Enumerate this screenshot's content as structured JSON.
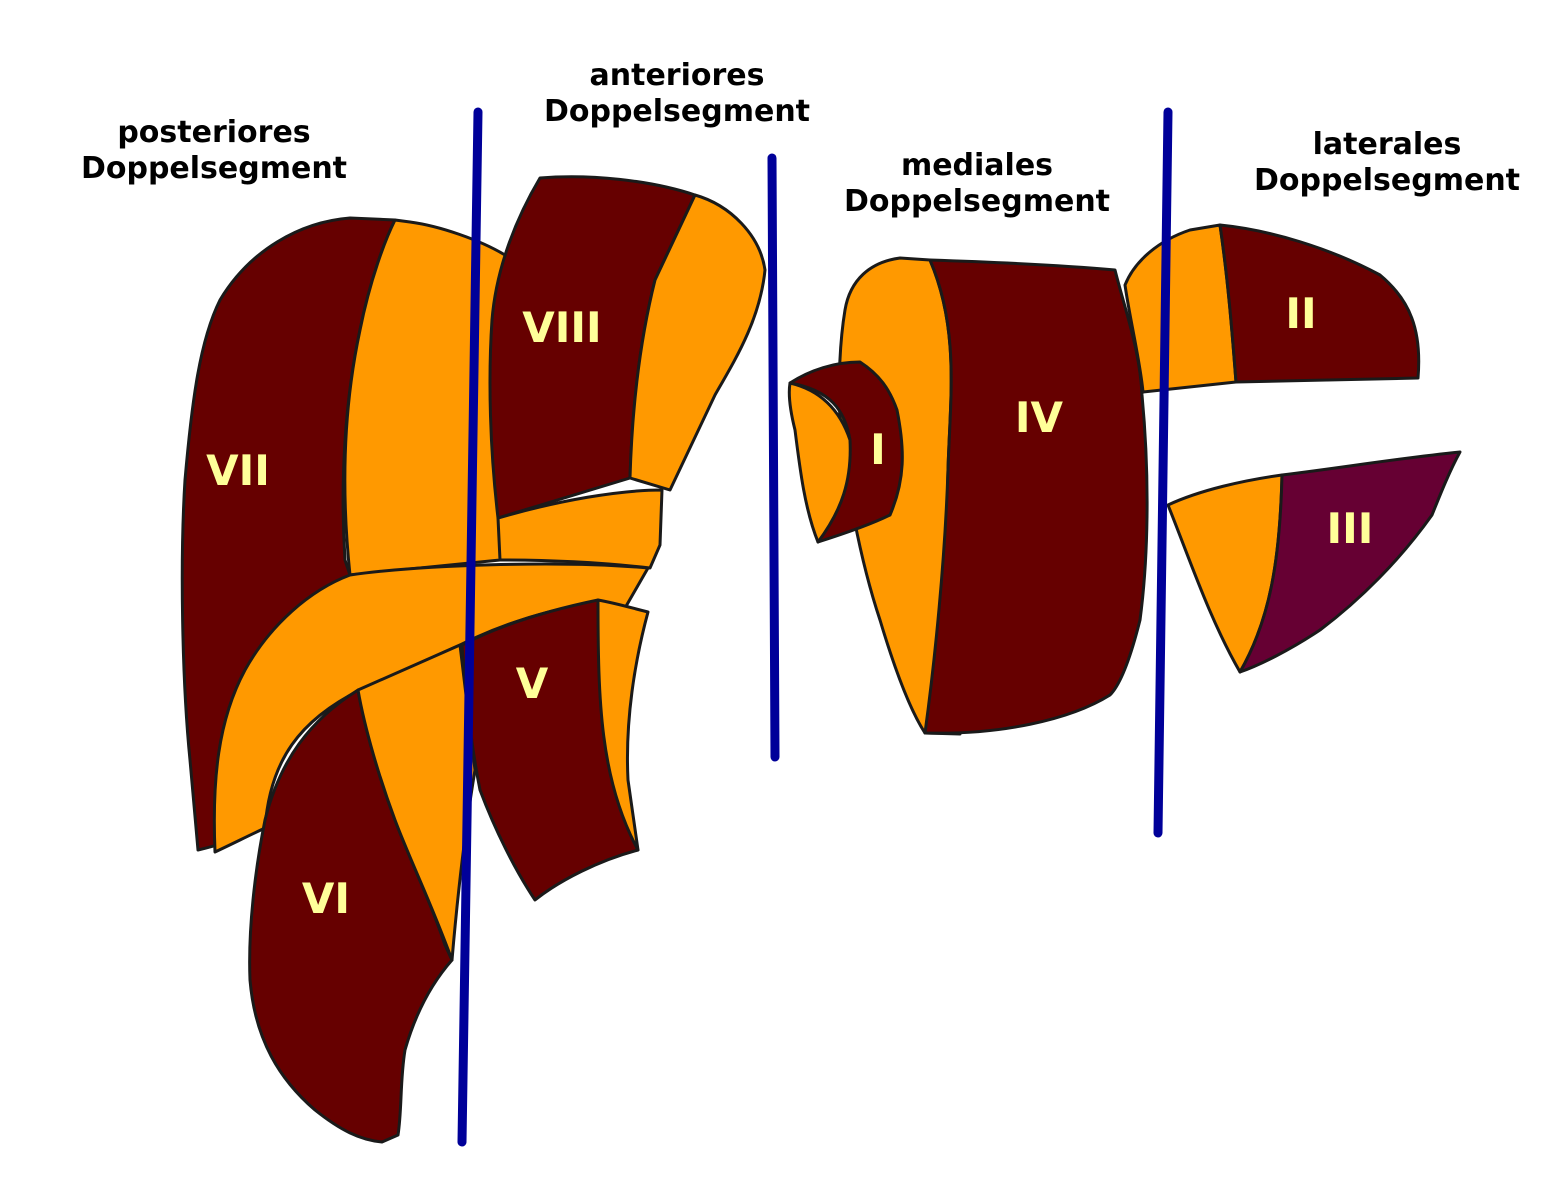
{
  "headings": {
    "posterior": {
      "line1": "posteriores",
      "line2": "Doppelsegment"
    },
    "anterior": {
      "line1": "anteriores",
      "line2": "Doppelsegment"
    },
    "medial": {
      "line1": "mediales",
      "line2": "Doppelsegment"
    },
    "lateral": {
      "line1": "laterales",
      "line2": "Doppelsegment"
    }
  },
  "segments": {
    "I": "I",
    "II": "II",
    "III": "III",
    "IV": "IV",
    "V": "V",
    "VI": "VI",
    "VII": "VII",
    "VIII": "VIII"
  },
  "colors": {
    "dark": "#660000",
    "light": "#ff9900",
    "segment_III": "#660033",
    "divider": "#000099",
    "label": "#ffff99"
  }
}
